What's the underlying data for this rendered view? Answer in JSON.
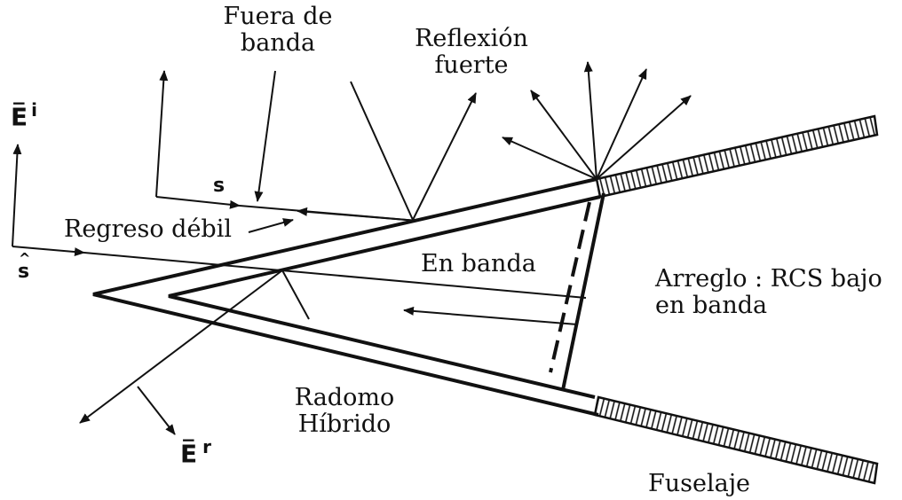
{
  "labels": {
    "out_of_band": [
      "Fuera de",
      "banda"
    ],
    "strong_reflection": [
      "Reflexión",
      "fuerte"
    ],
    "weak_return": "Regreso débil",
    "in_band": "En banda",
    "array_low_rcs": [
      "Arreglo : RCS bajo",
      "en banda"
    ],
    "hybrid_radome": [
      "Radomo",
      "Híbrido"
    ],
    "fuselage": "Fuselaje"
  },
  "symbols": {
    "e_incident": {
      "base": "E",
      "sup": "i"
    },
    "e_reflected": {
      "base": "E",
      "sup": "r"
    },
    "s_vector": "s",
    "s_hat": "s"
  }
}
